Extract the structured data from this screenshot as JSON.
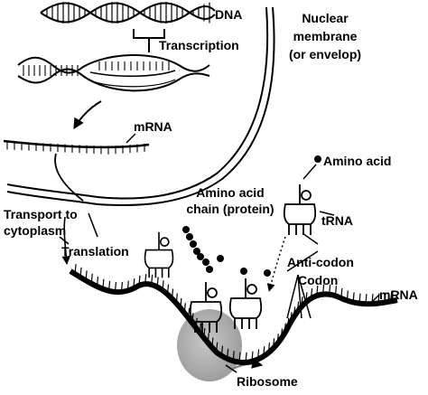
{
  "diagram": {
    "labels": {
      "dna": "DNA",
      "transcription": "Transcription",
      "nuclear_membrane": [
        "Nuclear",
        "membrane",
        "(or envelop)"
      ],
      "mrna_top": "mRNA",
      "transport": [
        "Transport to",
        "cytoplasm"
      ],
      "translation": "Translation",
      "amino_acid_chain": [
        "Amino acid",
        "chain (protein)"
      ],
      "amino_acid": "Amino acid",
      "trna": "tRNA",
      "anti_codon": "Anti-codon",
      "codon": "Codon",
      "mrna_bottom": "mRNA",
      "ribosome": "Ribosome"
    }
  }
}
